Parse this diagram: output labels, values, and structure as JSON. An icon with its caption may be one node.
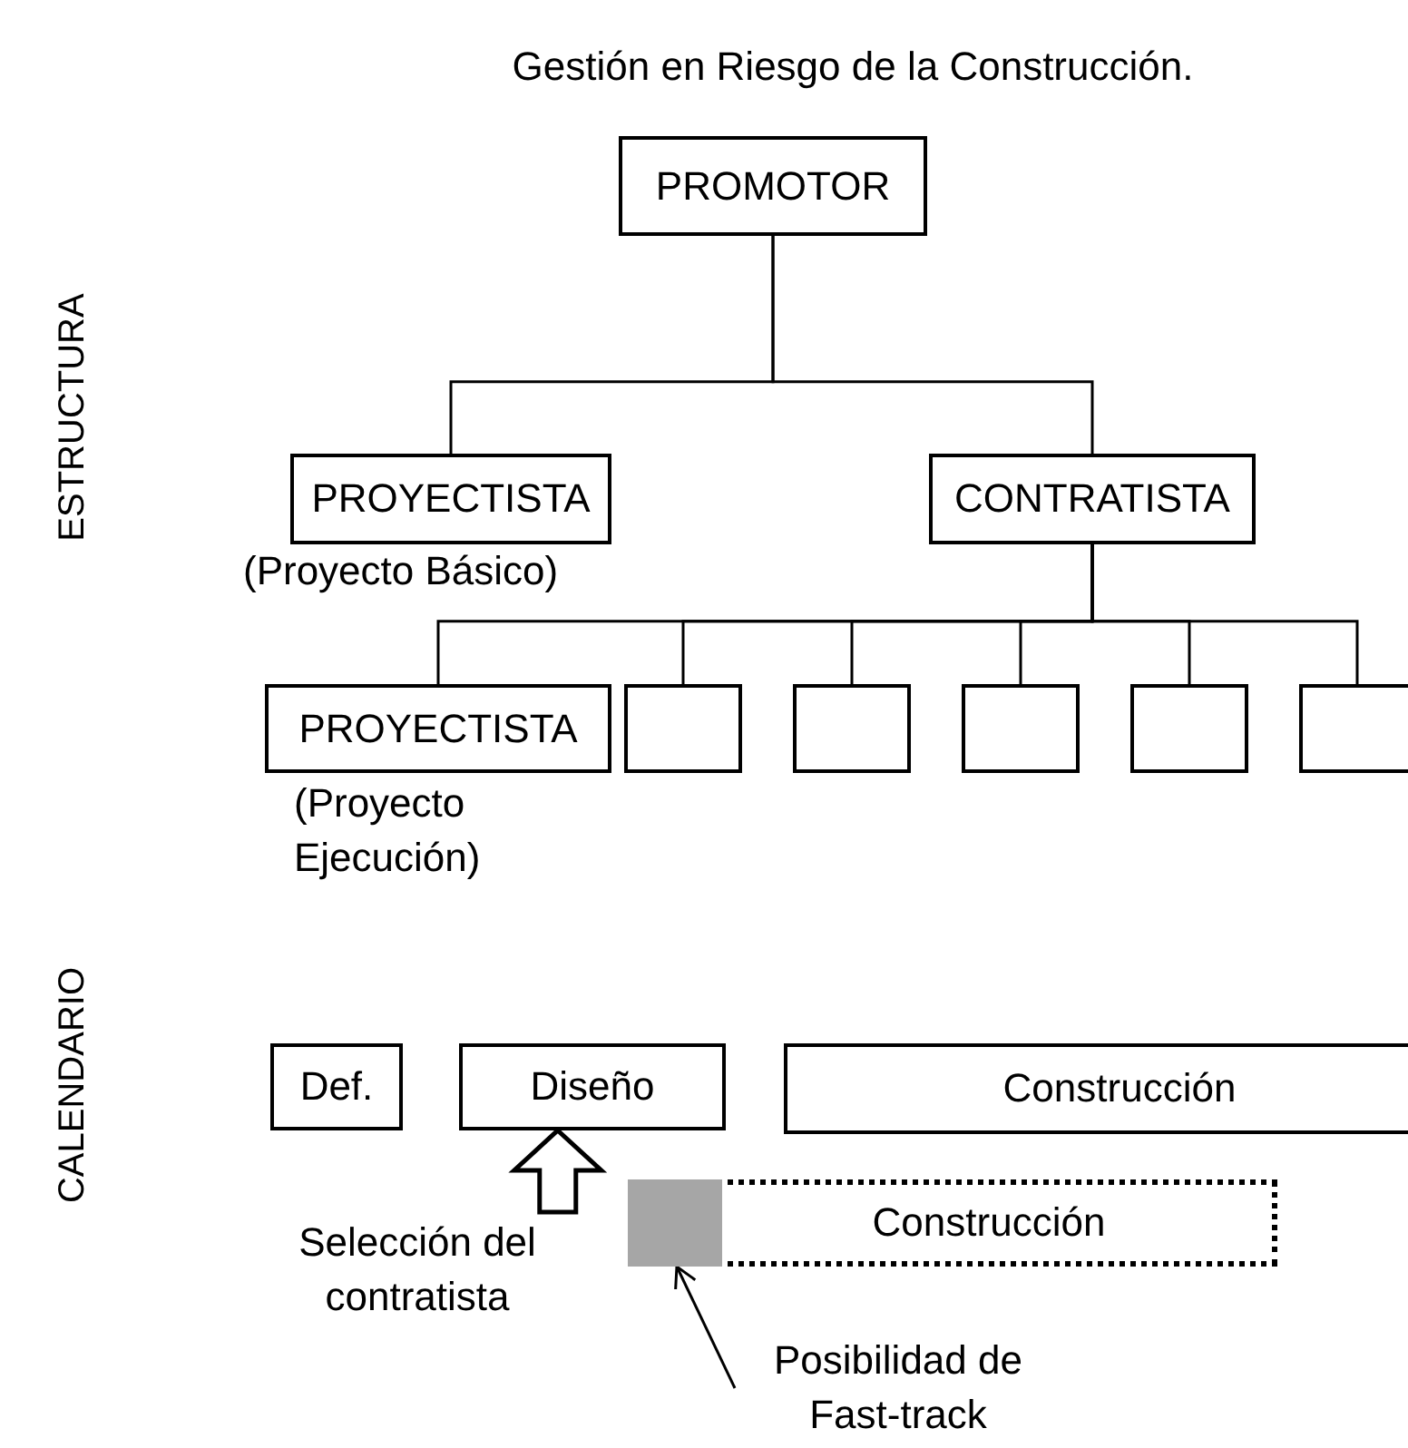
{
  "diagram": {
    "title": "Gestión en Riesgo de la Construcción.",
    "nodes": [
      {
        "text": [
          "PROMOTOR"
        ]
      },
      {
        "text": [
          "PROYECTISTA"
        ],
        "beside": [
          "(Proyecto Básico)"
        ]
      },
      {
        "text": [
          "CONTRATISTA"
        ]
      },
      {
        "text": [
          "PROYECTISTA"
        ],
        "beside": [
          "(Proyecto Ejecución)"
        ]
      },
      {
        "text": [],
        "shape": "box"
      },
      {
        "text": [],
        "shape": "box"
      },
      {
        "text": [],
        "shape": "box"
      },
      {
        "text": [],
        "shape": "box"
      },
      {
        "text": [],
        "shape": "box"
      },
      {
        "text": [
          "Def."
        ]
      },
      {
        "text": [
          "Diseño"
        ]
      },
      {
        "text": [
          "Construcción"
        ]
      },
      {
        "text": [
          "Construcción"
        ]
      },
      {
        "text": [],
        "shape": "box",
        "in": 12
      },
      {
        "text": [
          "Posibilidad de Fast-track"
        ]
      },
      {
        "text": [
          "Selección del contratista"
        ]
      }
    ],
    "edges": [
      {
        "from": 0,
        "to": 1,
        "arrow": "none"
      },
      {
        "from": 0,
        "to": 2,
        "arrow": "none"
      },
      {
        "from": 2,
        "to": 3,
        "arrow": "none"
      },
      {
        "from": 2,
        "to": 4,
        "arrow": "none"
      },
      {
        "from": 2,
        "to": 5,
        "arrow": "none"
      },
      {
        "from": 2,
        "to": 6,
        "arrow": "none"
      },
      {
        "from": 2,
        "to": 7,
        "arrow": "none"
      },
      {
        "from": 2,
        "to": 8,
        "arrow": "none"
      },
      {
        "from": 14,
        "to": 13,
        "arrow": "to"
      },
      {
        "from": 15,
        "to": 10,
        "arrow": "to"
      }
    ],
    "labels": [
      "ESTRUCTURA",
      "CALENDARIO"
    ]
  }
}
